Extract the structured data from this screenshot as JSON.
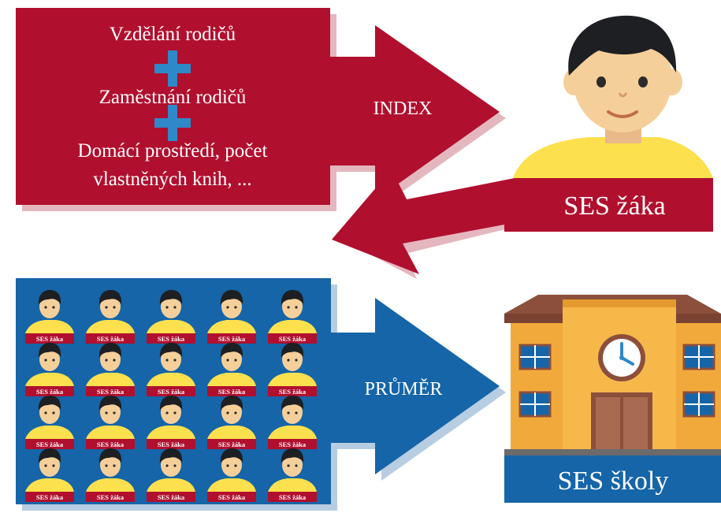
{
  "factors": {
    "item1": "Vzdělání rodičů",
    "item2": "Zaměstnání rodičů",
    "item3_line1": "Domácí prostředí, počet",
    "item3_line2": "vlastněných knih, ..."
  },
  "arrows": {
    "index_label": "INDEX",
    "mean_label": "PRŮMĚR"
  },
  "student": {
    "label": "SES žáka"
  },
  "students_grid": {
    "rows": 4,
    "cols": 5,
    "item_label": "SES žáka"
  },
  "school": {
    "label": "SES školy"
  },
  "colors": {
    "red": "#b10f2e",
    "red_shadow": "#e4b7bf",
    "blue": "#1565a8",
    "blue_shadow": "#b7cde2",
    "plus": "#2f89c8",
    "skin": "#f5cf9a",
    "hair": "#1d1f22",
    "shirt": "#fde04d",
    "school_wall": "#f2a93b",
    "school_roof": "#8c4f3c"
  }
}
